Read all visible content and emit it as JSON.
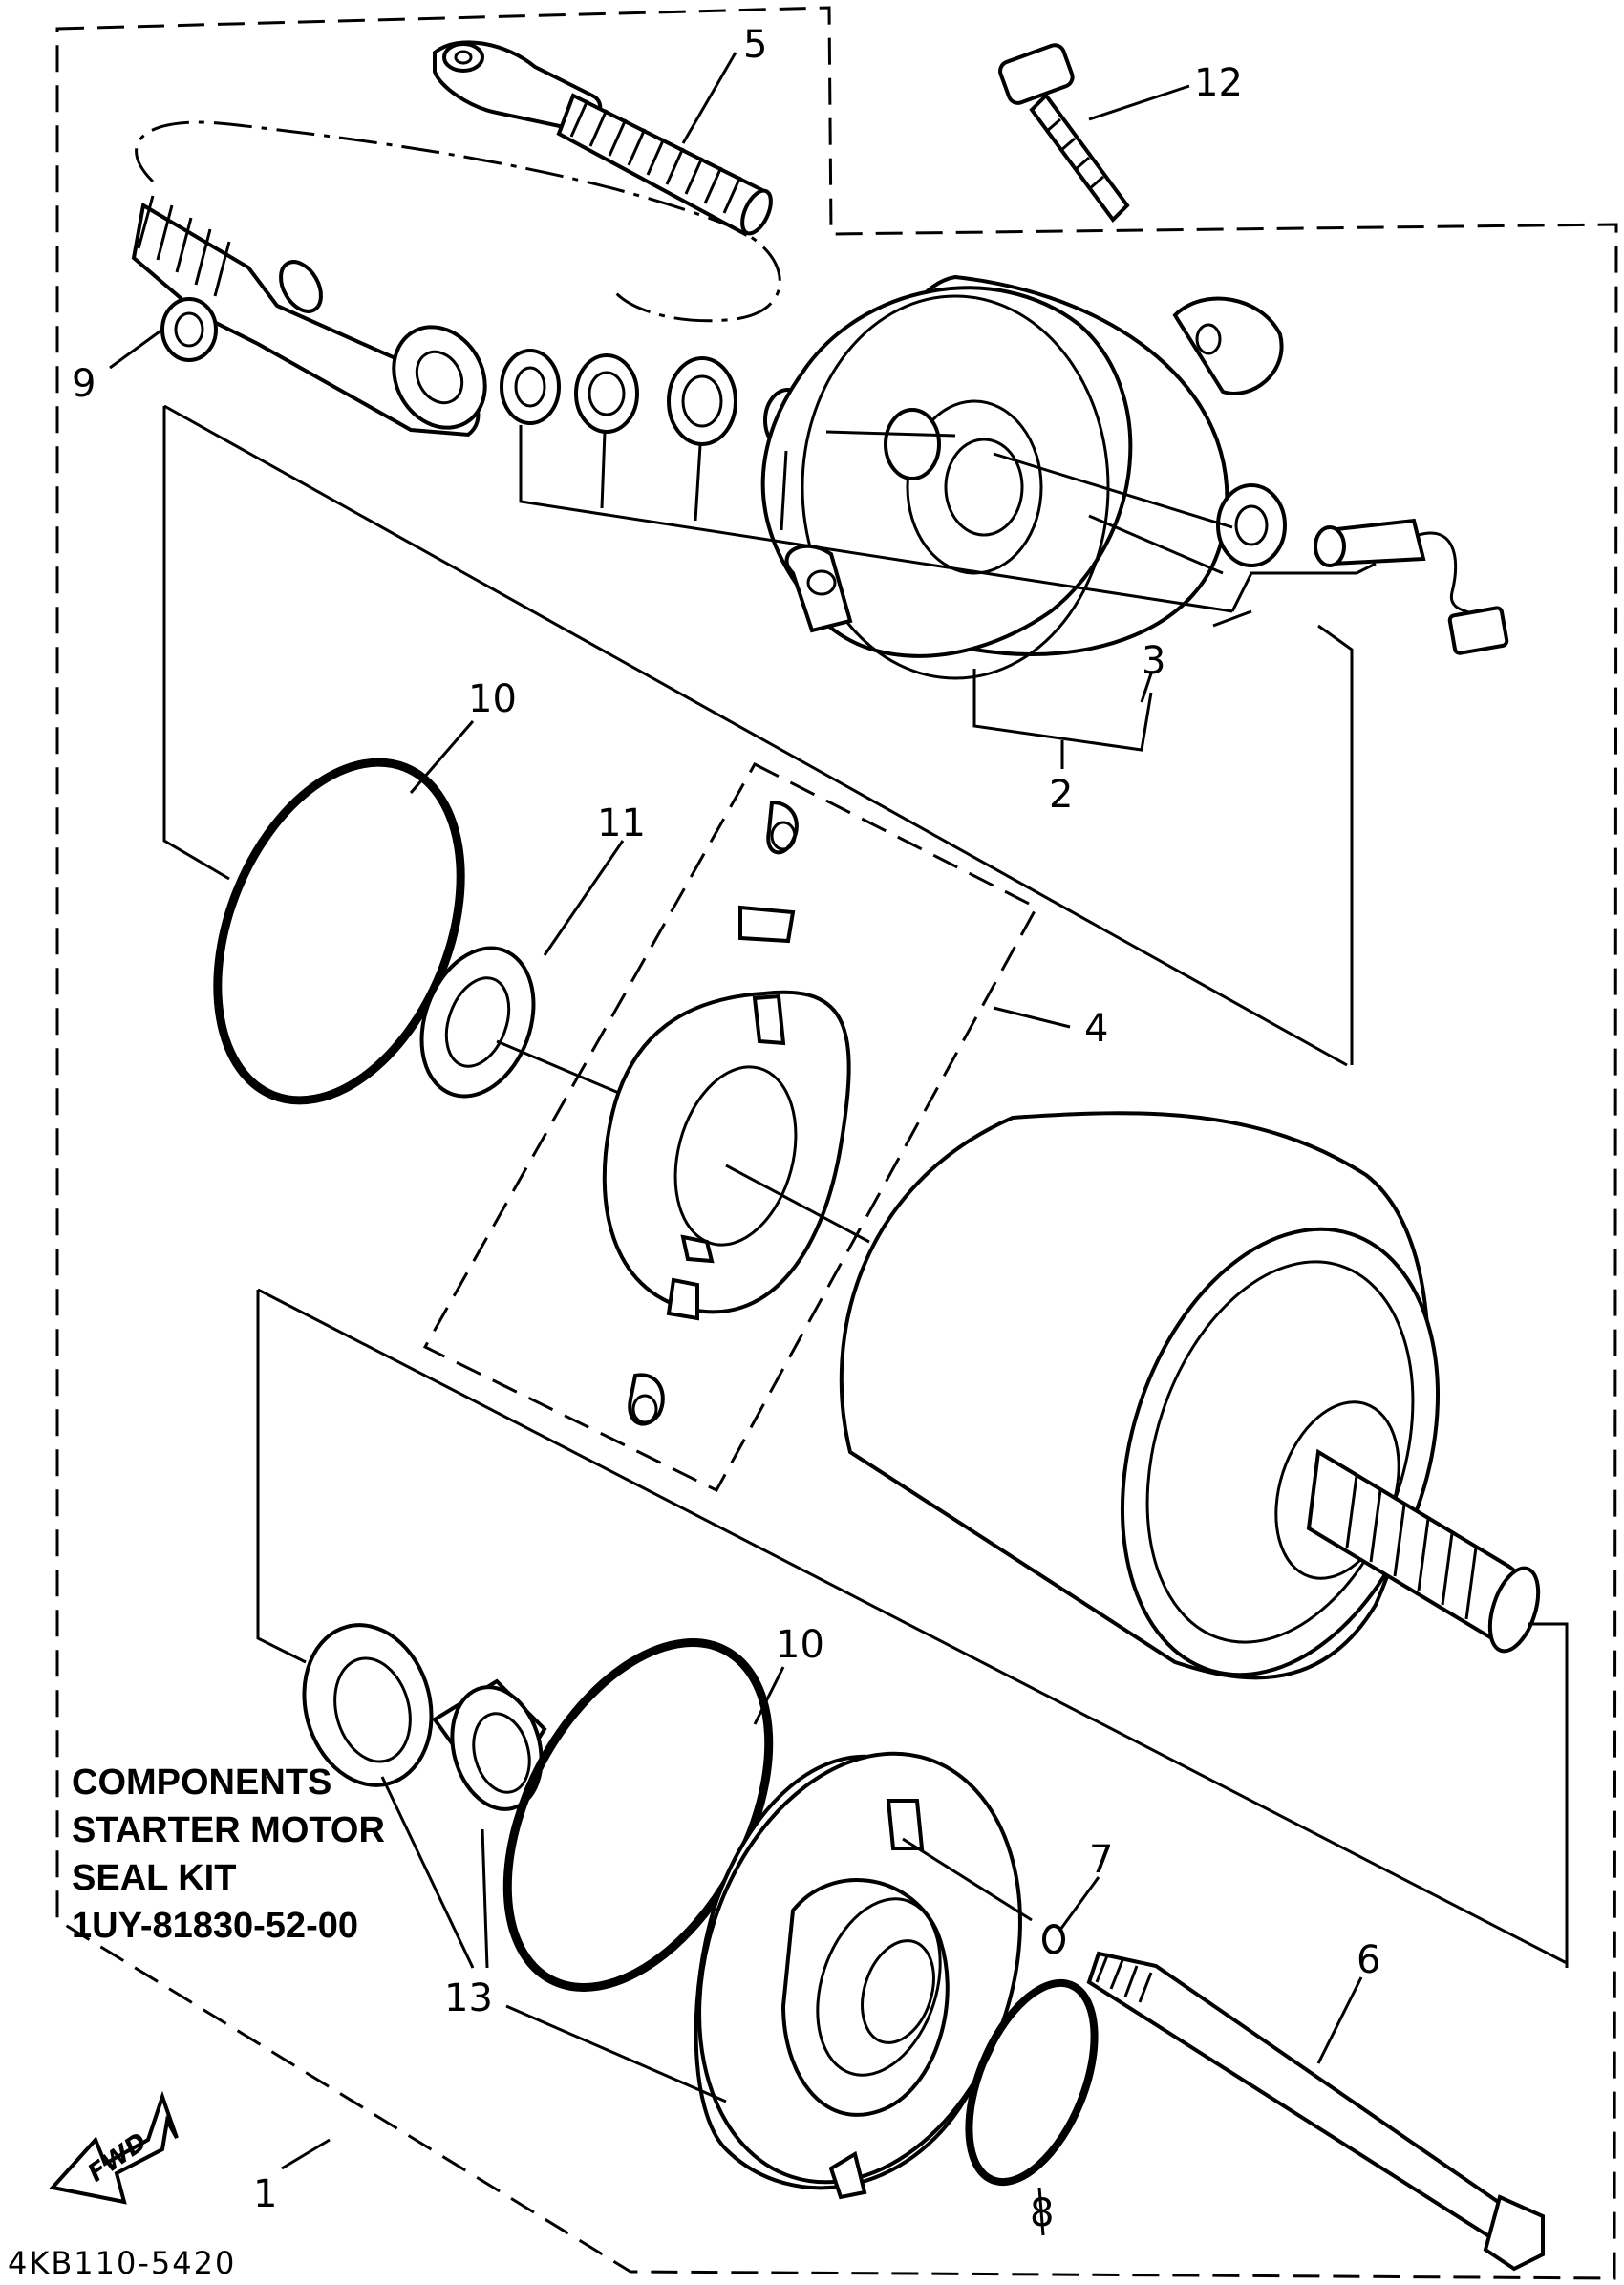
{
  "callouts": {
    "c1": "1",
    "c2": "2",
    "c3": "3",
    "c4": "4",
    "c5": "5",
    "c6": "6",
    "c7": "7",
    "c8": "8",
    "c9": "9",
    "c10a": "10",
    "c10b": "10",
    "c11": "11",
    "c12": "12",
    "c13": "13"
  },
  "kit_label": {
    "line1": "COMPONENTS",
    "line2": "STARTER MOTOR",
    "line3": "SEAL KIT",
    "line4": "1UY-81830-52-00"
  },
  "diagram_code": "4KB110-5420",
  "fwd_label": "FWD"
}
